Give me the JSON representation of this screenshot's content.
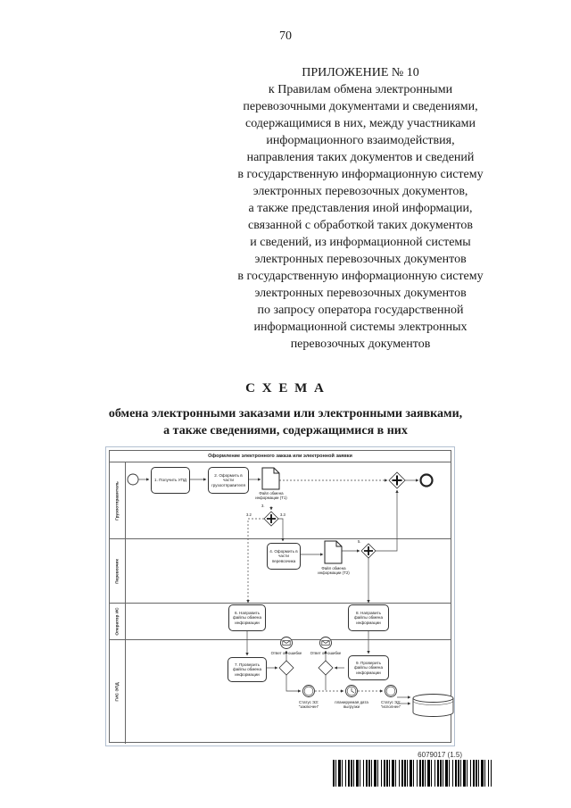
{
  "page_number": "70",
  "appendix": {
    "lines": [
      "ПРИЛОЖЕНИЕ № 10",
      "к Правилам обмена электронными",
      "перевозочными документами и сведениями,",
      "содержащимися в них, между участниками",
      "информационного взаимодействия,",
      "направления таких документов и сведений",
      "в государственную информационную систему",
      "электронных перевозочных документов,",
      "а также представления иной информации,",
      "связанной с обработкой таких документов",
      "и сведений, из информационной системы",
      "электронных перевозочных документов",
      "в государственную информационную систему",
      "электронных перевозочных документов",
      "по запросу оператора государственной",
      "информационной системы электронных",
      "перевозочных документов"
    ]
  },
  "schema": {
    "title": "С Х Е М А",
    "subtitle": [
      "обмена электронными заказами или электронными заявками,",
      "а также сведениями, содержащимися в них"
    ]
  },
  "diagram": {
    "pool_title": "Оформление электронного заказа или электронной заявки",
    "lanes": [
      "Грузоотправитель",
      "Перевозчик",
      "Оператор ИС",
      "ГИС ЭПД"
    ],
    "nodes": {
      "task1": "1. Получить УПД",
      "task2": "2. Оформить в части грузоотправителя",
      "doc1": "Файл обмена информации (Т1)",
      "task4": "4. Оформить в части перевозчика",
      "doc2": "Файл обмена информации (Т2)",
      "task6": "6. Направить файлы обмена информации",
      "task8": "8. Направить файлы обмена информации",
      "task7": "7. Проверить файлы обмена информации",
      "task9": "9. Проверить файлы обмена информации",
      "status_concluded": "Статус ЭЗ: \"заключен\"",
      "timer_label": "планируемая дата выгрузки",
      "status_executed": "Статус ЭЗ: \"исполнен\""
    },
    "labels": {
      "gw3": "3.",
      "gw3_left": "3.2",
      "gw3_right": "3.3",
      "gw5": "5.",
      "error1": "Ответ об ошибке",
      "error2": "Ответ об ошибке"
    }
  },
  "barcode": {
    "code": "6079017 (1.5)"
  }
}
